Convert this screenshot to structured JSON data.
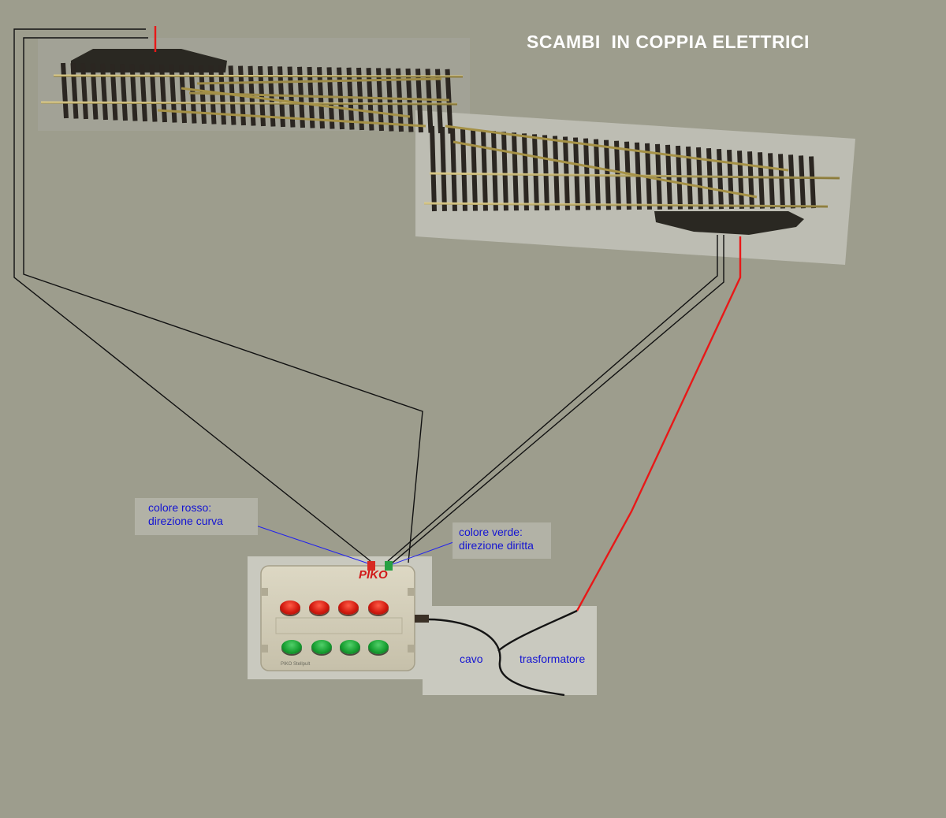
{
  "title": "SCAMBI  IN COPPIA ELETTRICI",
  "labels": {
    "red_color_line1": "colore rosso:",
    "red_color_line2": "direzione curva",
    "green_color_line1": "colore verde:",
    "green_color_line2": "direzione diritta",
    "cable": "cavo",
    "transformer": "trasformatore"
  },
  "control_box": {
    "brand": "PIKO",
    "model": "PIKO Stellpult",
    "red_buttons": 4,
    "green_buttons": 4
  },
  "colors": {
    "background": "#9d9d8d",
    "wire_red": "#e81818",
    "wire_black": "#111111",
    "label_text": "#1414d2",
    "title_text": "#ffffff"
  }
}
